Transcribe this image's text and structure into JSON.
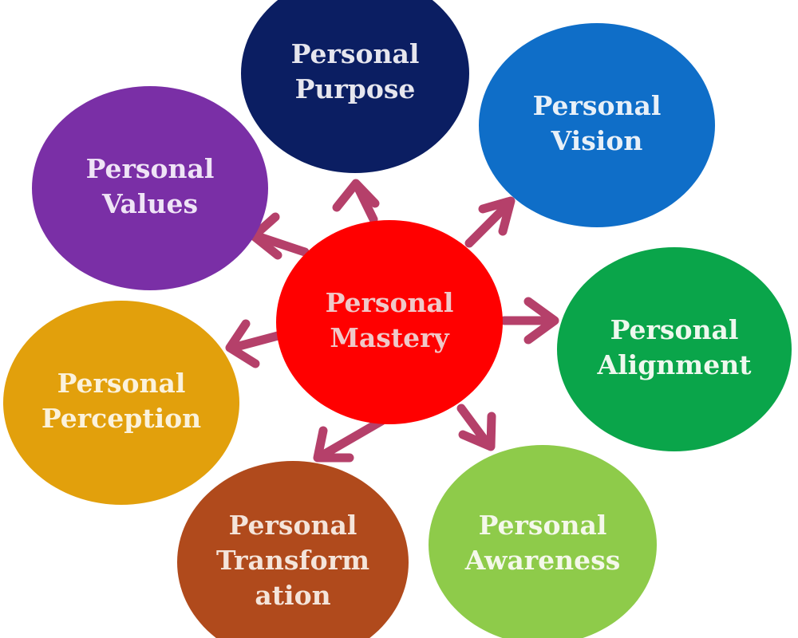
{
  "center": {
    "lines": [
      "Personal",
      "Mastery"
    ],
    "color": "#ff0000",
    "text_color": "#f0c8c8"
  },
  "nodes": [
    {
      "id": "personal-purpose",
      "lines": [
        "Personal",
        "Purpose"
      ],
      "color": "#0b1e62",
      "text_color": "#e6e6ee"
    },
    {
      "id": "personal-vision",
      "lines": [
        "Personal",
        "Vision"
      ],
      "color": "#0f6ec8",
      "text_color": "#e8f0f8"
    },
    {
      "id": "personal-alignment",
      "lines": [
        "Personal",
        "Alignment"
      ],
      "color": "#0aa54a",
      "text_color": "#eef8ee"
    },
    {
      "id": "personal-awareness",
      "lines": [
        "Personal",
        "Awareness"
      ],
      "color": "#8ecb4a",
      "text_color": "#f4f8ea"
    },
    {
      "id": "personal-transformation",
      "lines": [
        "Personal",
        "Transform",
        "ation"
      ],
      "color": "#b04a1c",
      "text_color": "#f4e4da"
    },
    {
      "id": "personal-perception",
      "lines": [
        "Personal",
        "Perception"
      ],
      "color": "#e2a00c",
      "text_color": "#fbf2dc"
    },
    {
      "id": "personal-values",
      "lines": [
        "Personal",
        "Values"
      ],
      "color": "#7a2fa6",
      "text_color": "#efe4f6"
    }
  ],
  "arrow_color": "#b5406a"
}
